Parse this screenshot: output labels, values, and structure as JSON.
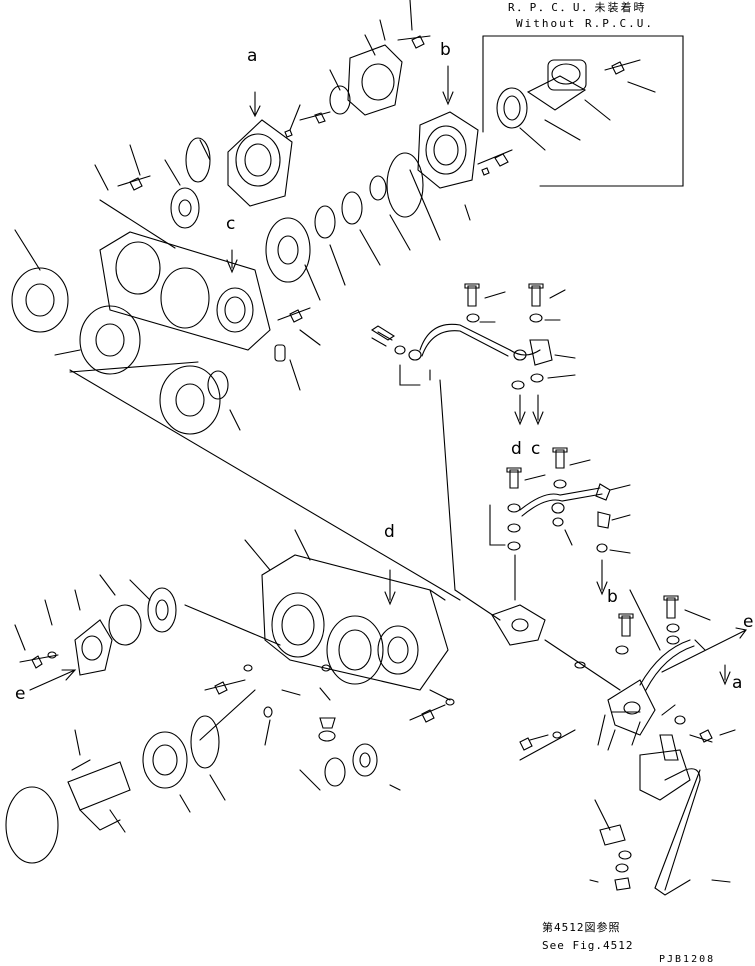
{
  "header_note": {
    "line1": "R．P．C．U．未装着時",
    "line2": "Without R.P.C.U."
  },
  "callouts": [
    "a",
    "b",
    "c",
    "d",
    "c",
    "d",
    "b",
    "e",
    "e",
    "a"
  ],
  "footer_note": {
    "line1": "第4512図参照",
    "line2": "See Fig.4512"
  },
  "drawing_code": "PJB1208"
}
